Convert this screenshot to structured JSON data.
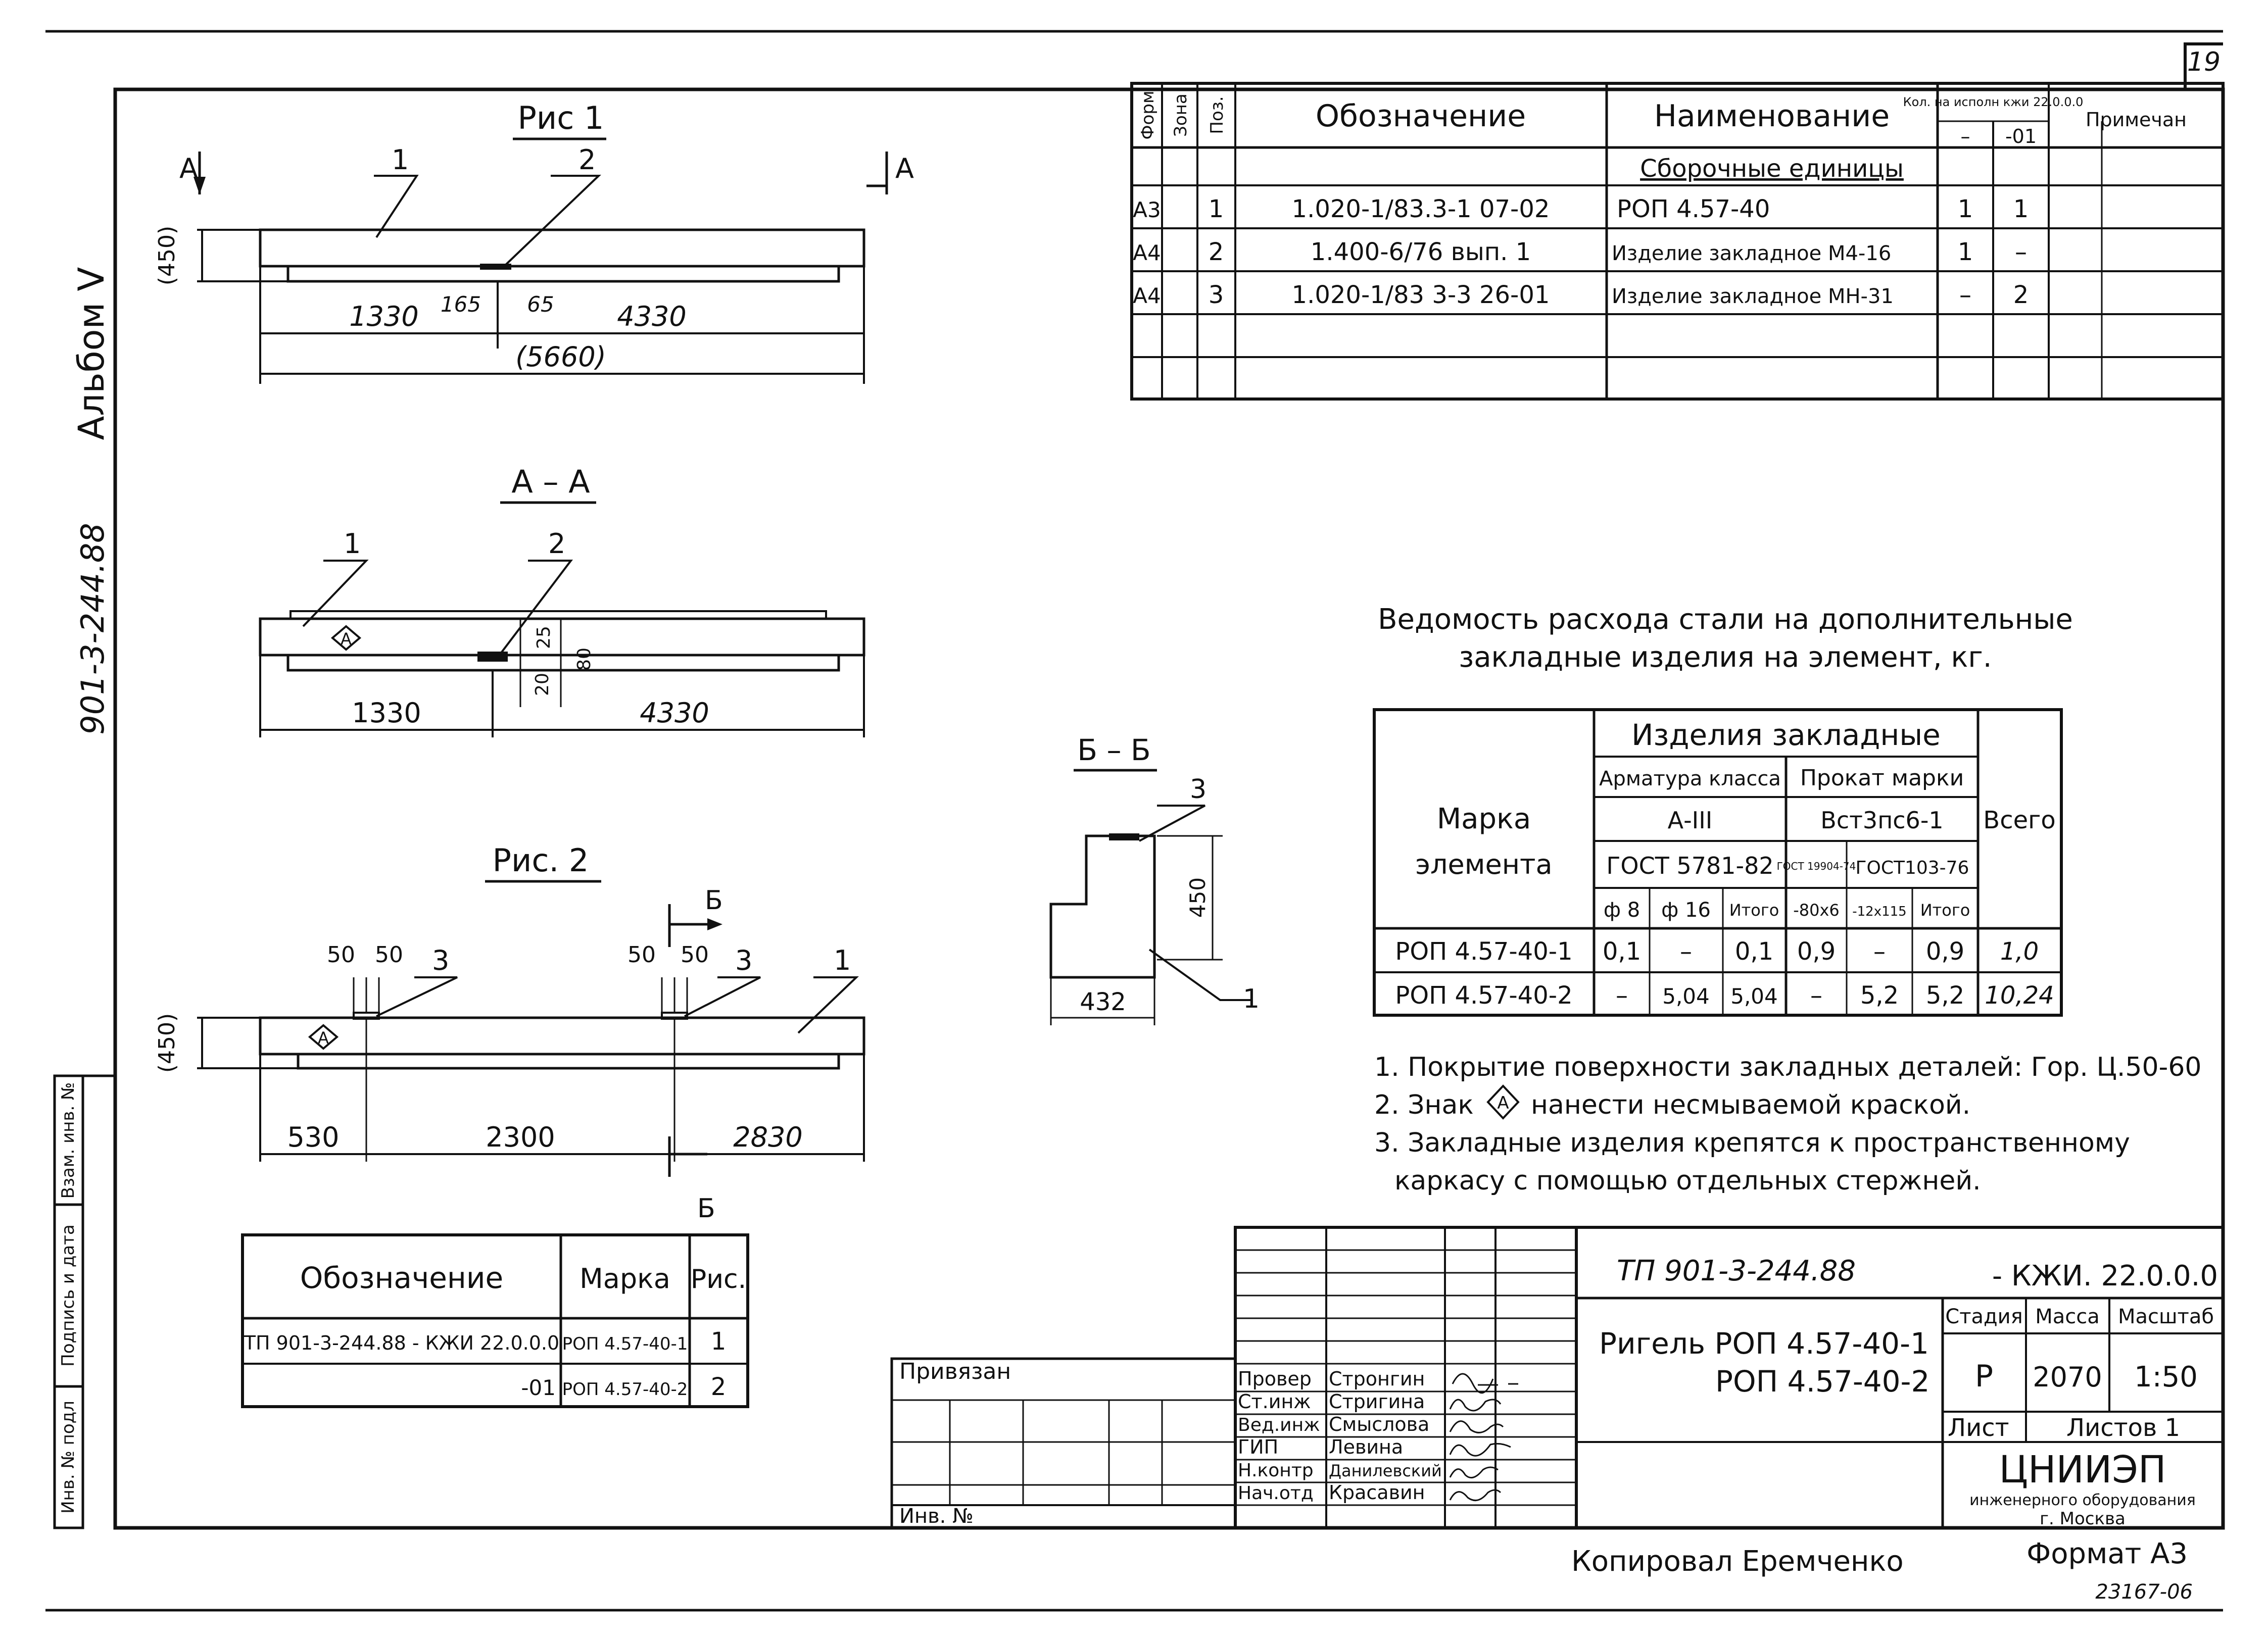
{
  "sheet": {
    "page_number": "19",
    "album": "Альбом V",
    "series_code": "901-3-244.88"
  },
  "side_stamp": [
    "Инв. № подл",
    "Подпись и дата",
    "Взам. инв. №"
  ],
  "fig1": {
    "title": "Рис 1",
    "cut_label": "А",
    "dim_height": "(450)",
    "callout_1": "1",
    "callout_2": "2",
    "dim_left": "1330",
    "dim_165": "165",
    "dim_65": "65",
    "dim_right": "4330",
    "dim_total": "(5660)"
  },
  "sectionAA": {
    "title": "А – А",
    "callout_1": "1",
    "callout_2": "2",
    "mark": "А",
    "dim_25": "25",
    "dim_80": "80",
    "dim_20": "20",
    "dim_left": "1330",
    "dim_right": "4330"
  },
  "fig2": {
    "title": "Рис. 2",
    "cut_label": "Б",
    "dim_height": "(450)",
    "mark": "А",
    "dim_50a": "50",
    "dim_50b": "50",
    "dim_50c": "50",
    "dim_50d": "50",
    "callout_3a": "3",
    "callout_3b": "3",
    "callout_1": "1",
    "dim_530": "530",
    "dim_2300": "2300",
    "dim_2830": "2830"
  },
  "sectionBB": {
    "title": "Б – Б",
    "callout_3": "3",
    "callout_1": "1",
    "dim_450": "450",
    "dim_432": "432"
  },
  "spec_table": {
    "headers": {
      "format": "Форм",
      "zone": "Зона",
      "pos": "Поз.",
      "designation": "Обозначение",
      "name": "Наименование",
      "qty": "Кол. на исполн кжи 22.0.0.0",
      "qty_col1": "–",
      "qty_col2": "-01",
      "note": "Примечан"
    },
    "section_title": "Сборочные единицы",
    "rows": [
      {
        "format": "А3",
        "pos": "1",
        "designation": "1.020-1/83.3-1 07-02",
        "name": "РОП 4.57-40",
        "q1": "1",
        "q2": "1"
      },
      {
        "format": "А4",
        "pos": "2",
        "designation": "1.400-6/76 вып. 1",
        "name": "Изделие закладное М4-16",
        "q1": "1",
        "q2": "–"
      },
      {
        "format": "А4",
        "pos": "3",
        "designation": "1.020-1/83 3-3 26-01",
        "name": "Изделие закладное МН-31",
        "q1": "–",
        "q2": "2"
      }
    ]
  },
  "steel_table": {
    "title_line1": "Ведомость расхода стали на дополнительные",
    "title_line2": "закладные изделия на элемент, кг.",
    "h_mark_1": "Марка",
    "h_mark_2": "элемента",
    "h_items": "Изделия закладные",
    "h_rebar": "Арматура класса",
    "h_rolled": "Прокат марки",
    "h_total": "Всего",
    "h_a3": "А-III",
    "h_vst": "Вст3пс6-1",
    "h_gost_rebar": "ГОСТ 5781-82",
    "h_gost_19904": "ГОСТ 19904-74",
    "h_gost_103": "ГОСТ103-76",
    "h_f8": "ф 8",
    "h_f16": "ф 16",
    "h_itogo1": "Итого",
    "h_80x6": "-80х6",
    "h_12x115": "-12х115",
    "h_itogo2": "Итого",
    "rows": [
      {
        "mark": "РОП 4.57-40-1",
        "f8": "0,1",
        "f16": "–",
        "it1": "0,1",
        "s80": "0,9",
        "s12": "–",
        "it2": "0,9",
        "total": "1,0"
      },
      {
        "mark": "РОП 4.57-40-2",
        "f8": "–",
        "f16": "5,04",
        "it1": "5,04",
        "s80": "–",
        "s12": "5,2",
        "it2": "5,2",
        "total": "10,24"
      }
    ]
  },
  "notes": {
    "n1": "1. Покрытие поверхности закладных деталей: Гор. Ц.50-60",
    "n2a": "2. Знак",
    "n2_mark": "А",
    "n2b": "нанести несмываемой краской.",
    "n3a": "3. Закладные изделия крепятся к пространственному",
    "n3b": "каркасу с помощью отдельных стержней."
  },
  "variant_table": {
    "h_designation": "Обозначение",
    "h_mark": "Марка",
    "h_fig": "Рис.",
    "rows": [
      {
        "designation": "ТП 901-3-244.88 - КЖИ 22.0.0.0",
        "mark": "РОП 4.57-40-1",
        "fig": "1"
      },
      {
        "designation": "-01",
        "mark": "РОП 4.57-40-2",
        "fig": "2"
      }
    ]
  },
  "privyazan": {
    "label": "Привязан",
    "inv": "Инв. №"
  },
  "title_block": {
    "doc_code": "ТП 901-3-244.88",
    "doc_suffix": "- КЖИ. 22.0.0.0",
    "title_line1": "Ригель РОП 4.57-40-1",
    "title_line2": "РОП 4.57-40-2",
    "h_stage": "Стадия",
    "h_mass": "Масса",
    "h_scale": "Масштаб",
    "stage": "Р",
    "mass": "2070",
    "scale": "1:50",
    "sheet_label": "Лист",
    "sheets_label": "Листов 1",
    "org_name": "ЦНИИЭП",
    "org_line2": "инженерного оборудования",
    "org_line3": "г. Москва",
    "signatures": [
      {
        "role": "Провер",
        "name": "Стронгин"
      },
      {
        "role": "Ст.инж",
        "name": "Стригина"
      },
      {
        "role": "Вед.инж",
        "name": "Смыслова"
      },
      {
        "role": "ГИП",
        "name": "Левина"
      },
      {
        "role": "Н.контр",
        "name": "Данилевский"
      },
      {
        "role": "Нач.отд",
        "name": "Красавин"
      }
    ]
  },
  "footer": {
    "copied_by": "Копировал Еремченко",
    "format": "Формат А3",
    "archive_no": "23167-06"
  }
}
